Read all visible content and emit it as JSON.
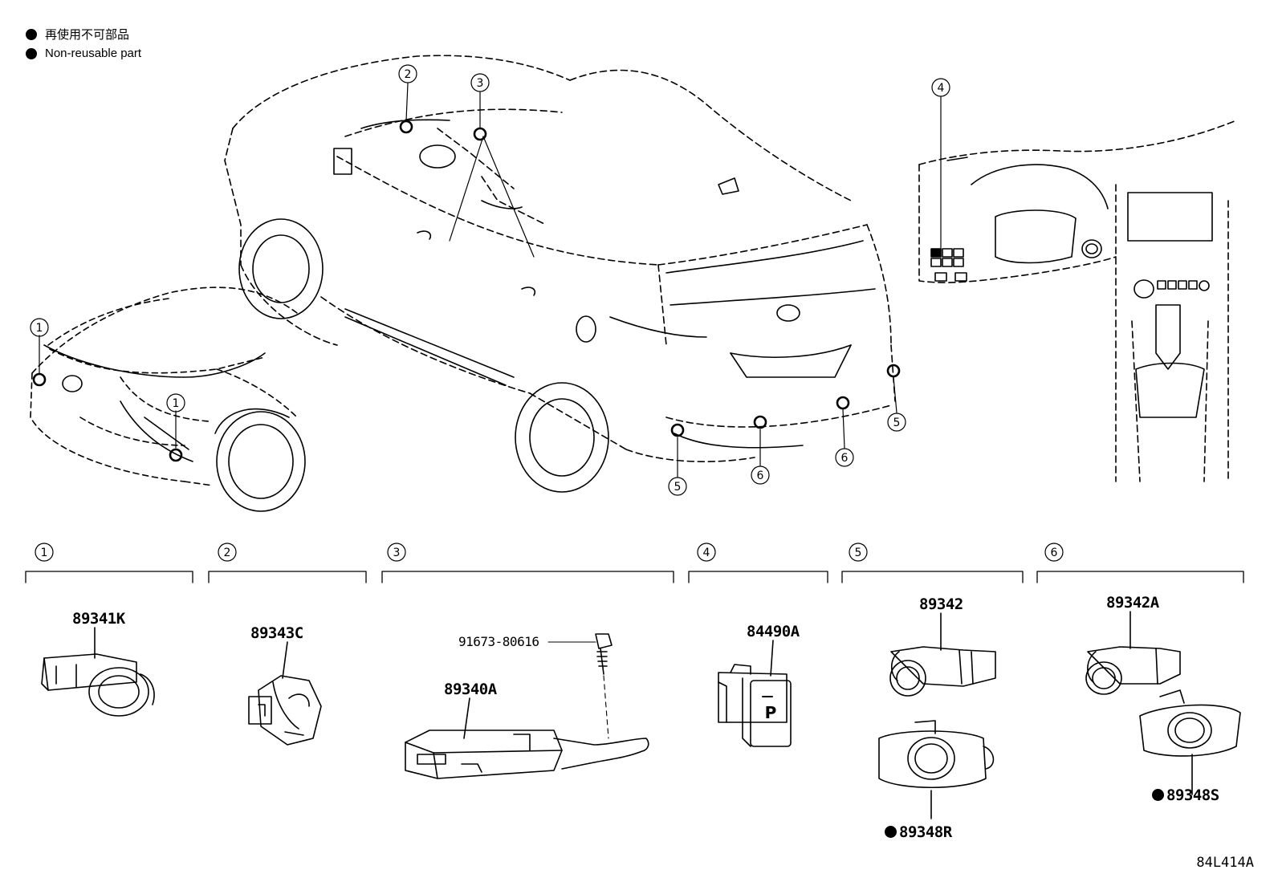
{
  "legend": {
    "non_reusable_jp": "再使用不可部品",
    "non_reusable_en": "Non-reusable part"
  },
  "callouts": [
    "1",
    "2",
    "3",
    "4",
    "5",
    "6"
  ],
  "groups": [
    {
      "number": "1",
      "parts": [
        "89341K"
      ]
    },
    {
      "number": "2",
      "parts": [
        "89343C"
      ]
    },
    {
      "number": "3",
      "parts": [
        "91673-80616",
        "89340A"
      ]
    },
    {
      "number": "4",
      "parts": [
        "84490A"
      ]
    },
    {
      "number": "5",
      "parts": [
        "89342",
        "89348R"
      ]
    },
    {
      "number": "6",
      "parts": [
        "89342A",
        "89348S"
      ]
    }
  ],
  "non_reusable_parts": [
    "89348R",
    "89348S"
  ],
  "switch_symbol": "P",
  "figure_code": "84L414A"
}
